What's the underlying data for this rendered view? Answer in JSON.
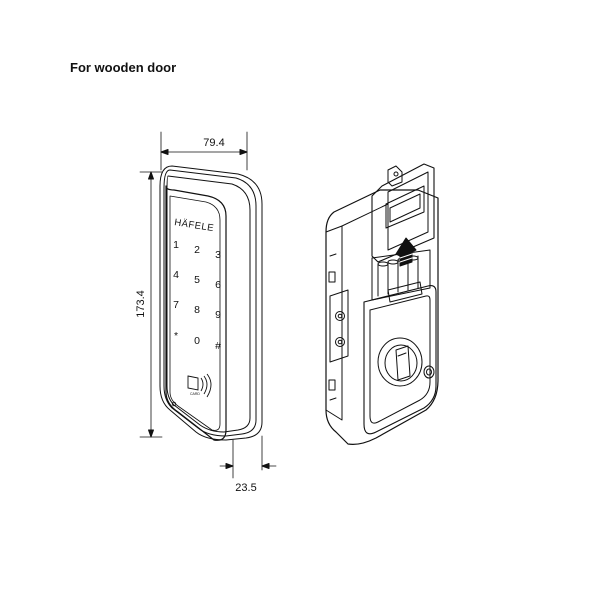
{
  "title": "For wooden door",
  "dimensions": {
    "width": "79.4",
    "height": "173.4",
    "depth": "23.5"
  },
  "brand": "HÄFELE",
  "keypad": {
    "keys": [
      "1",
      "2",
      "3",
      "4",
      "5",
      "6",
      "7",
      "8",
      "9",
      "*",
      "0",
      "#"
    ]
  },
  "card_label": "CARD",
  "colors": {
    "line": "#111111",
    "background": "#ffffff"
  }
}
